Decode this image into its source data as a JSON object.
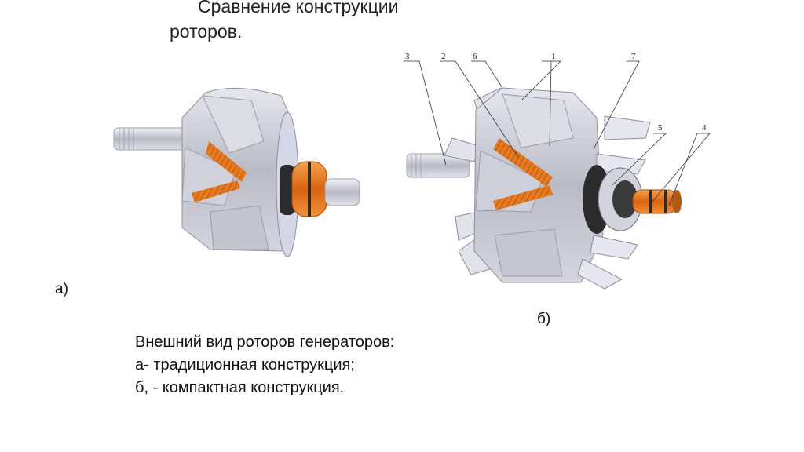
{
  "slide": {
    "title_line1": "Сравнение конструкции",
    "title_line2": "роторов.",
    "label_a": "а)",
    "label_b": "б)",
    "caption": {
      "line1": "Внешний вид роторов генераторов:",
      "line2": "а- традиционная конструкция;",
      "line3": "б, - компактная конструкция."
    },
    "callouts": [
      "3",
      "2",
      "6",
      "1",
      "7",
      "5",
      "4"
    ]
  },
  "colors": {
    "steel": "#c7c8d0",
    "steel_dark": "#8c8f9c",
    "winding": "#e57a1f",
    "slip_ring": "#d9640f",
    "insulator": "#2b2b2b"
  }
}
